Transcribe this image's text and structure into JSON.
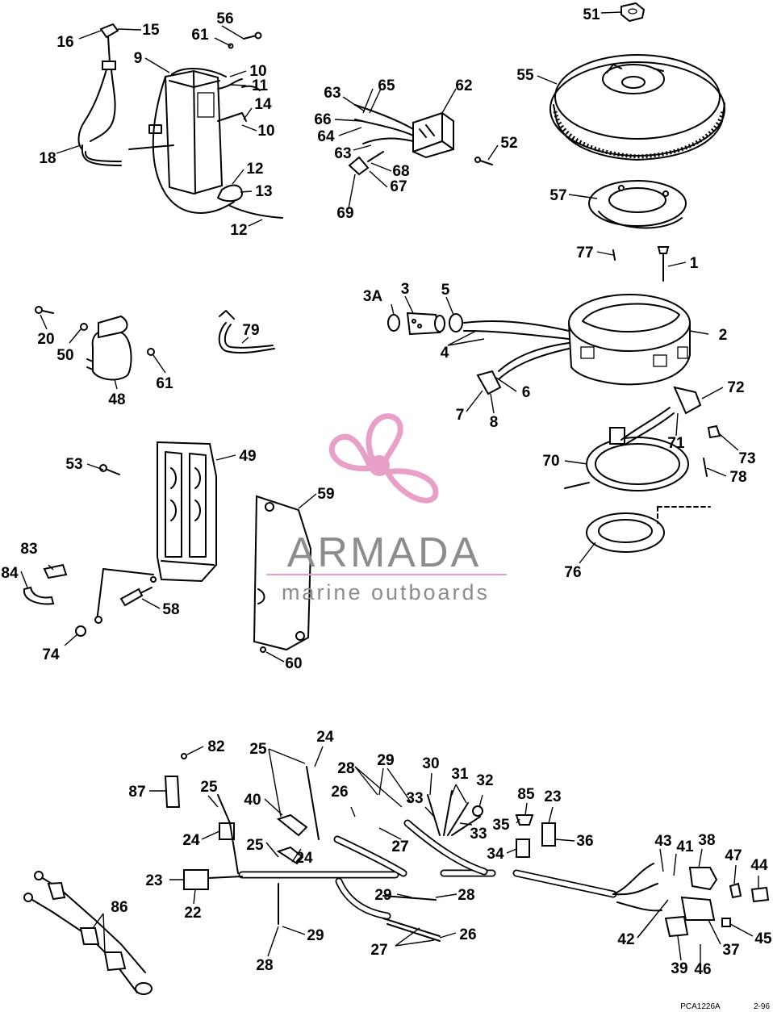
{
  "labels": [
    "1",
    "2",
    "3",
    "3A",
    "4",
    "5",
    "6",
    "7",
    "8",
    "9",
    "10",
    "10",
    "11",
    "12",
    "12",
    "13",
    "14",
    "15",
    "16",
    "18",
    "20",
    "22",
    "23",
    "23",
    "24",
    "24",
    "24",
    "24",
    "25",
    "25",
    "25",
    "26",
    "26",
    "27",
    "27",
    "27",
    "28",
    "28",
    "28",
    "28",
    "29",
    "29",
    "29",
    "29",
    "30",
    "31",
    "32",
    "33",
    "33",
    "34",
    "35",
    "36",
    "37",
    "38",
    "39",
    "40",
    "41",
    "42",
    "43",
    "44",
    "45",
    "46",
    "47",
    "48",
    "49",
    "50",
    "51",
    "52",
    "53",
    "55",
    "56",
    "57",
    "58",
    "59",
    "60",
    "61",
    "61",
    "62",
    "63",
    "63",
    "64",
    "65",
    "66",
    "67",
    "68",
    "69",
    "70",
    "71",
    "72",
    "73",
    "74",
    "76",
    "77",
    "78",
    "79",
    "82",
    "83",
    "84",
    "85",
    "86",
    "87"
  ],
  "watermark": {
    "brand": "ARMADA",
    "tagline": "marine outboards",
    "accent": "#e8a0c8",
    "text_color": "#8c8c8c"
  },
  "footer": {
    "code": "PCA1226A",
    "date": "2-96"
  }
}
